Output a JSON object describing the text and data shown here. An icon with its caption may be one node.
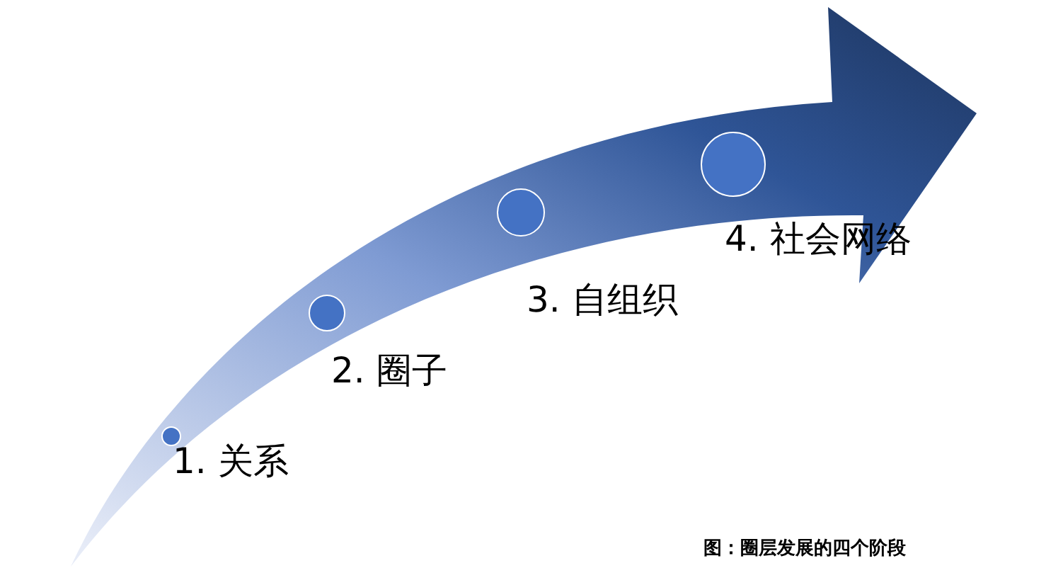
{
  "diagram": {
    "caption": "图：圈层发展的四个阶段",
    "nodes": [
      {
        "text": [],
        "shape": "circle",
        "beside": [
          "1. 关系"
        ]
      },
      {
        "text": [],
        "shape": "circle",
        "beside": [
          "2. 圈子"
        ]
      },
      {
        "text": [],
        "shape": "circle",
        "beside": [
          "3. 自组织"
        ]
      },
      {
        "text": [],
        "shape": "circle",
        "beside": [
          "4. 社会网络"
        ]
      }
    ],
    "edges": []
  }
}
